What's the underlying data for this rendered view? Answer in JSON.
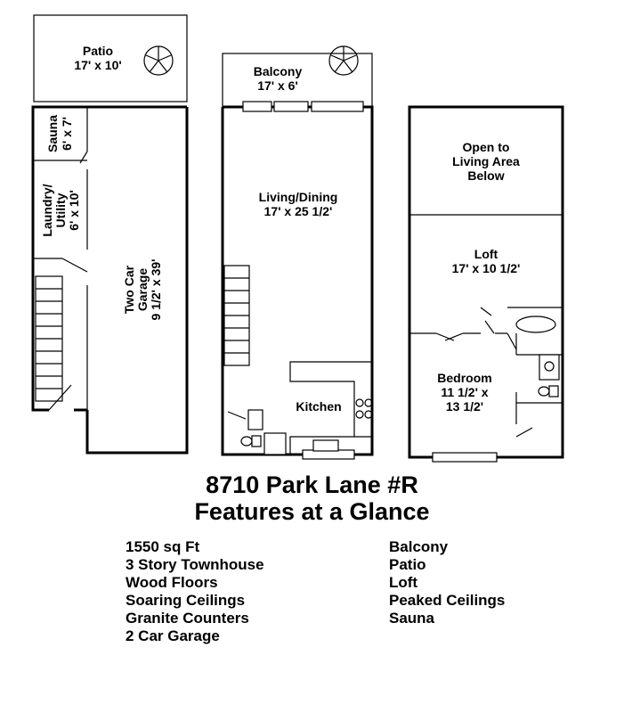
{
  "plan": {
    "lower_level": {
      "patio": {
        "name": "Patio",
        "size": "17' x 10'"
      },
      "sauna": {
        "name": "Sauna",
        "size": "6' x 7'"
      },
      "laundry": {
        "name": "Laundry/",
        "name2": "Utility",
        "size": "6' x 10'"
      },
      "garage": {
        "name": "Two Car",
        "name2": "Garage",
        "size": "9 1/2' x 39'"
      }
    },
    "main_level": {
      "balcony": {
        "name": "Balcony",
        "size": "17' x 6'"
      },
      "living": {
        "name": "Living/Dining",
        "size": "17' x 25 1/2'"
      },
      "kitchen": {
        "name": "Kitchen"
      }
    },
    "upper_level": {
      "open": {
        "line1": "Open to",
        "line2": "Living Area",
        "line3": "Below"
      },
      "loft": {
        "name": "Loft",
        "size": "17' x 10 1/2'"
      },
      "bedroom": {
        "name": "Bedroom",
        "size1": "11 1/2' x",
        "size2": "13 1/2'"
      }
    }
  },
  "heading": {
    "address": "8710 Park Lane #R",
    "subtitle": "Features at a Glance"
  },
  "features": {
    "left": [
      "1550 sq Ft",
      "3 Story Townhouse",
      "Wood Floors",
      "Soaring Ceilings",
      "Granite Counters",
      "2 Car Garage"
    ],
    "right": [
      "Balcony",
      "Patio",
      "Loft",
      "Peaked Ceilings",
      "Sauna"
    ]
  }
}
